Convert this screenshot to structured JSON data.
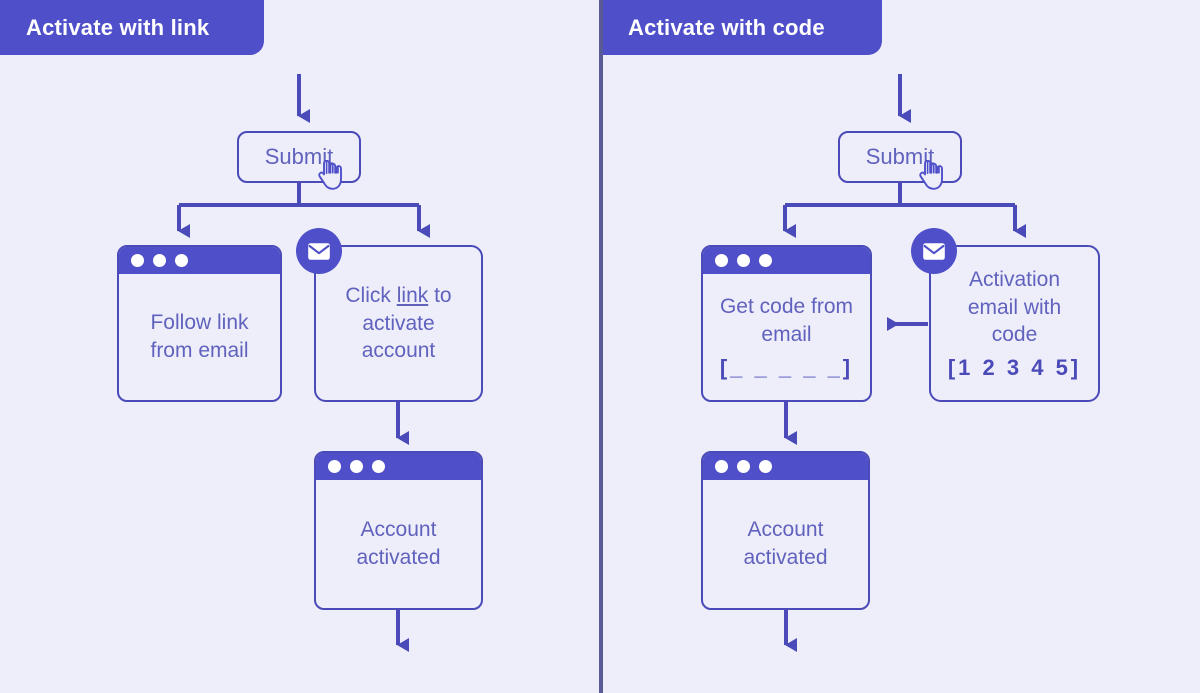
{
  "theme": {
    "background": "#eeeefb",
    "accent": "#4f4fc9",
    "stroke": "#4a4ab8",
    "body_text": "#6062bd",
    "divider": "#5a5a96",
    "header_text": "#ffffff"
  },
  "panels": {
    "left": {
      "tab_label": "Activate with link",
      "submit_label": "Submit",
      "cursor_icon": "hand-pointer-icon",
      "window_follow": {
        "text": "Follow link\nfrom email",
        "line1": "Follow link",
        "line2": "from email"
      },
      "card_click_link": {
        "badge_icon": "envelope-icon",
        "line1_pre": "Click ",
        "line1_link": "link",
        "line1_post": " to",
        "line2": "activate",
        "line3": "account"
      },
      "window_activated": {
        "line1": "Account",
        "line2": "activated"
      }
    },
    "right": {
      "tab_label": "Activate with code",
      "submit_label": "Submit",
      "cursor_icon": "hand-pointer-icon",
      "window_get_code": {
        "line1": "Get code from",
        "line2": "email",
        "code_slot": "[_ _ _ _ _]"
      },
      "card_activation_email": {
        "badge_icon": "envelope-icon",
        "line1": "Activation",
        "line2": "email with",
        "line3": "code",
        "code_value": "[1 2 3 4 5]"
      },
      "window_activated": {
        "line1": "Account",
        "line2": "activated"
      }
    }
  },
  "connectors": [
    {
      "name": "left-top-into-submit",
      "type": "arrow-down"
    },
    {
      "name": "left-submit-split",
      "type": "split-down-two"
    },
    {
      "name": "left-card-to-activated",
      "type": "arrow-down"
    },
    {
      "name": "left-activated-out",
      "type": "arrow-down"
    },
    {
      "name": "right-top-into-submit",
      "type": "arrow-down"
    },
    {
      "name": "right-submit-split",
      "type": "split-down-two"
    },
    {
      "name": "right-email-to-window",
      "type": "arrow-left"
    },
    {
      "name": "right-window-to-activated",
      "type": "arrow-down"
    },
    {
      "name": "right-activated-out",
      "type": "arrow-down"
    }
  ]
}
